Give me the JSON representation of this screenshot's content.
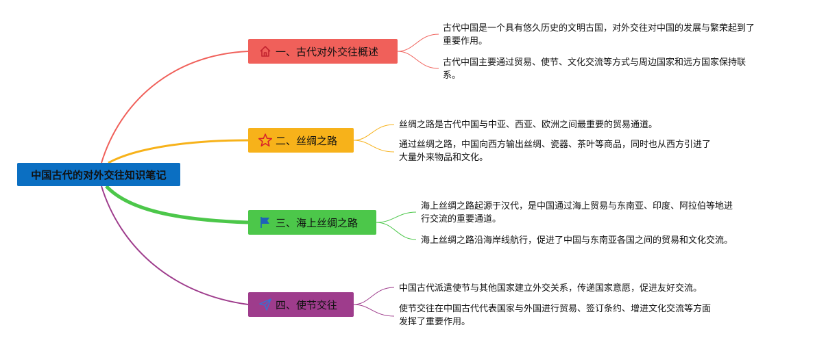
{
  "root": {
    "title": "中国古代的对外交往知识笔记"
  },
  "branches": [
    {
      "label": "一、古代对外交往概述",
      "icon": "house-icon",
      "color": "#f0605a",
      "notes": [
        "古代中国是一个具有悠久历史的文明古国，对外交往对中国的发展与繁荣起到了\n重要作用。",
        "古代中国主要通过贸易、使节、文化交流等方式与周边国家和远方国家保持联\n系。"
      ]
    },
    {
      "label": "二、丝绸之路",
      "icon": "star-icon",
      "color": "#f7b21a",
      "notes": [
        "丝绸之路是古代中国与中亚、西亚、欧洲之间最重要的贸易通道。",
        "通过丝绸之路，中国向西方输出丝绸、瓷器、茶叶等商品，同时也从西方引进了\n大量外来物品和文化。"
      ]
    },
    {
      "label": "三、海上丝绸之路",
      "icon": "flag-icon",
      "color": "#4cc74a",
      "notes": [
        "海上丝绸之路起源于汉代，是中国通过海上贸易与东南亚、印度、阿拉伯等地进\n行交流的重要通道。",
        "海上丝绸之路沿海岸线航行，促进了中国与东南亚各国之间的贸易和文化交流。"
      ]
    },
    {
      "label": "四、使节交往",
      "icon": "paper-plane-icon",
      "color": "#9e3c8c",
      "notes": [
        "中国古代派遣使节与其他国家建立外交关系，传递国家意愿，促进友好交流。",
        "使节交往在中国古代代表国家与外国进行贸易、签订条约、增进文化交流等方面\n发挥了重要作用。"
      ]
    }
  ]
}
